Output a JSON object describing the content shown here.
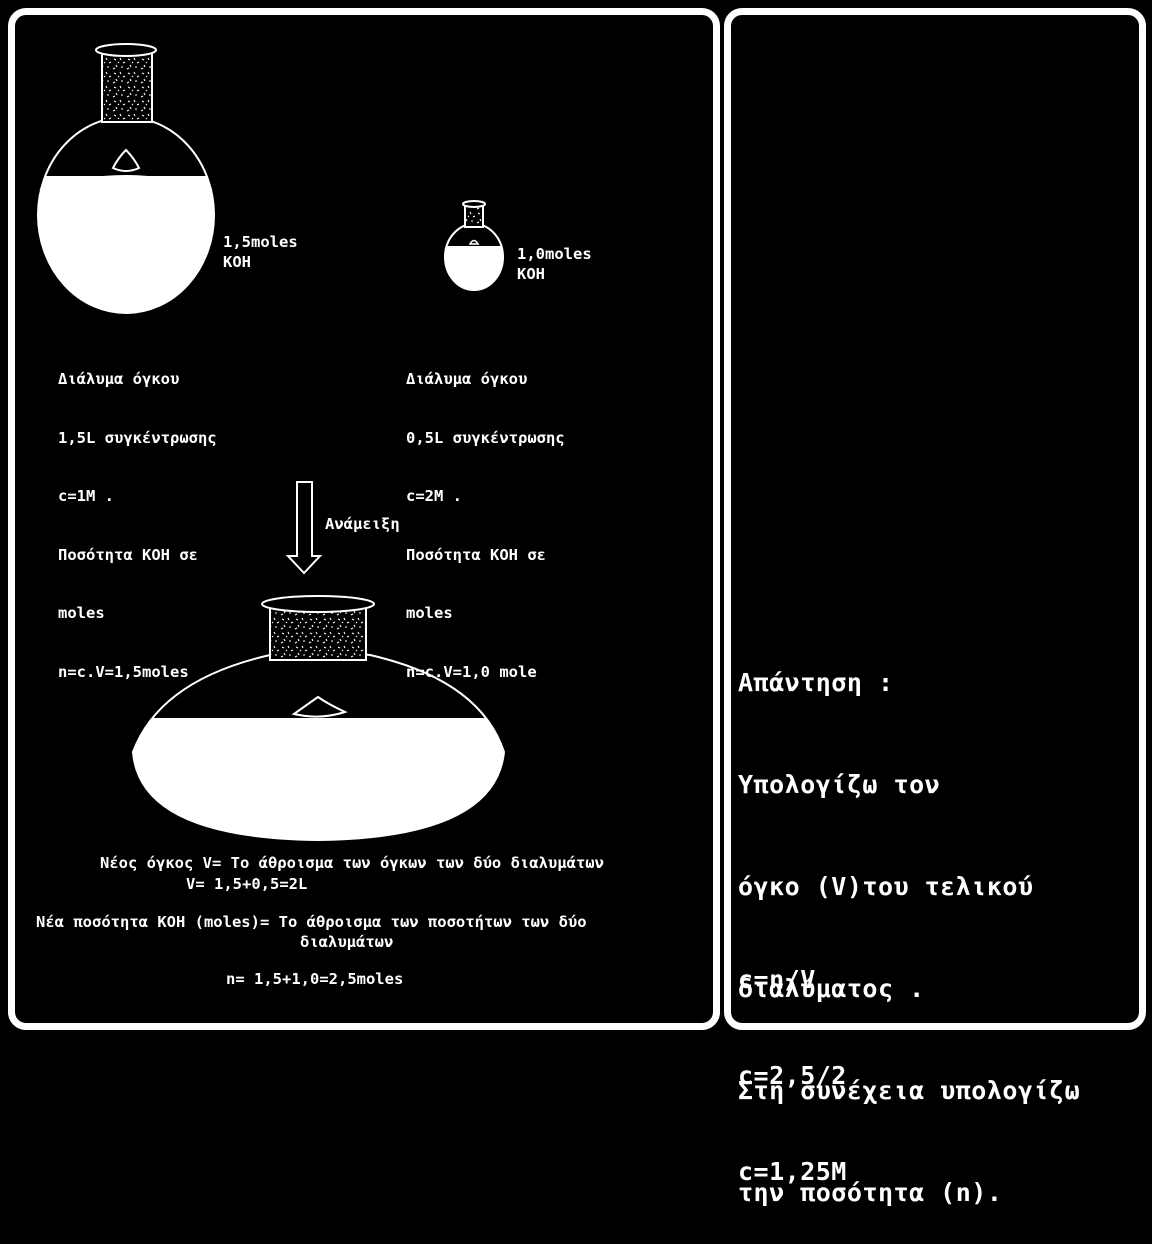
{
  "flask_large_label": [
    "1,5moles",
    "KOH"
  ],
  "flask_small_label": [
    "1,0moles",
    "KOH"
  ],
  "solution1": [
    "Διάλυμα όγκου",
    "1,5L συγκέντρωσης",
    "c=1M .",
    "Ποσότητα KOH σε",
    "moles",
    "n=c.V=1,5moles"
  ],
  "solution2": [
    "Διάλυμα όγκου",
    "0,5L συγκέντρωσης",
    "c=2M .",
    "Ποσότητα KOH σε",
    "moles",
    "n=c.V=1,0 mole"
  ],
  "mixing_label": "Ανάμειξη",
  "new_volume": [
    "Νέος όγκος V= Το άθροισμα των όγκων των δύο διαλυμάτων",
    "V= 1,5+0,5=2L"
  ],
  "new_amount": [
    "Νέα ποσότητα KOH (moles)= Το άθροισμα των ποσοτήτων των δύο",
    "διαλυμάτων"
  ],
  "new_amount_calc": "n= 1,5+1,0=2,5moles",
  "answer": [
    "Απάντηση :",
    "Υπολογίζω τον",
    "όγκο (V)του τελικού",
    "διαλύματος .",
    "Στη συνέχεια υπολογίζω",
    "την ποσότητα (n)."
  ],
  "result": [
    "c=n/V",
    "c=2,5/2",
    "c=1,25M"
  ],
  "colors": {
    "background": "#000000",
    "foreground": "#ffffff"
  }
}
